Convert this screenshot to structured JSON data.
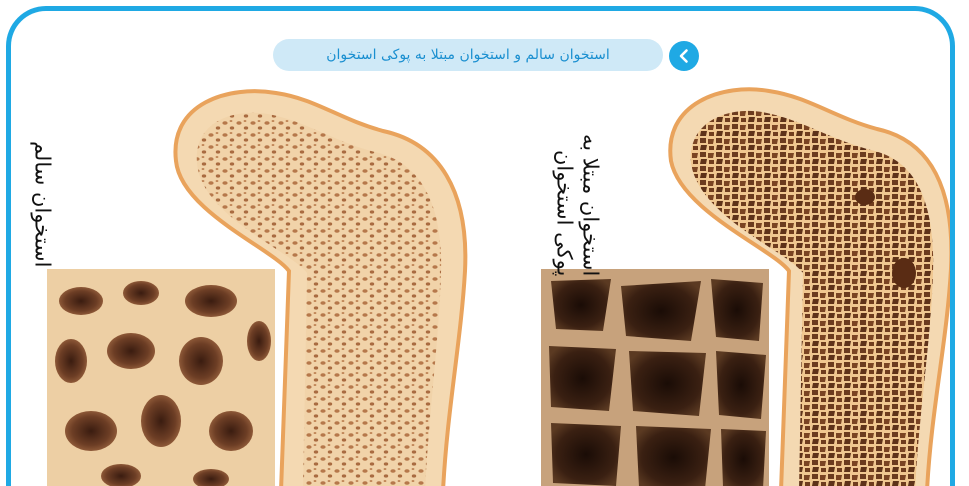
{
  "header": {
    "title": "استخوان سالم و استخوان مبتلا به پوکی استخوان",
    "back_icon": "chevron-left-icon"
  },
  "labels": {
    "healthy": "استخوان سالم",
    "osteoporotic_line1": "استخوان مبتلا به",
    "osteoporotic_line2": "پوکی استخوان"
  },
  "colors": {
    "accent": "#1fa9e4",
    "pill_bg": "#cfe9f7",
    "bone_outline": "#e9a35c",
    "bone_cortex": "#f4d9b2",
    "healthy_pores": "#b6784b",
    "osteo_pores": "#6b3b1f"
  }
}
